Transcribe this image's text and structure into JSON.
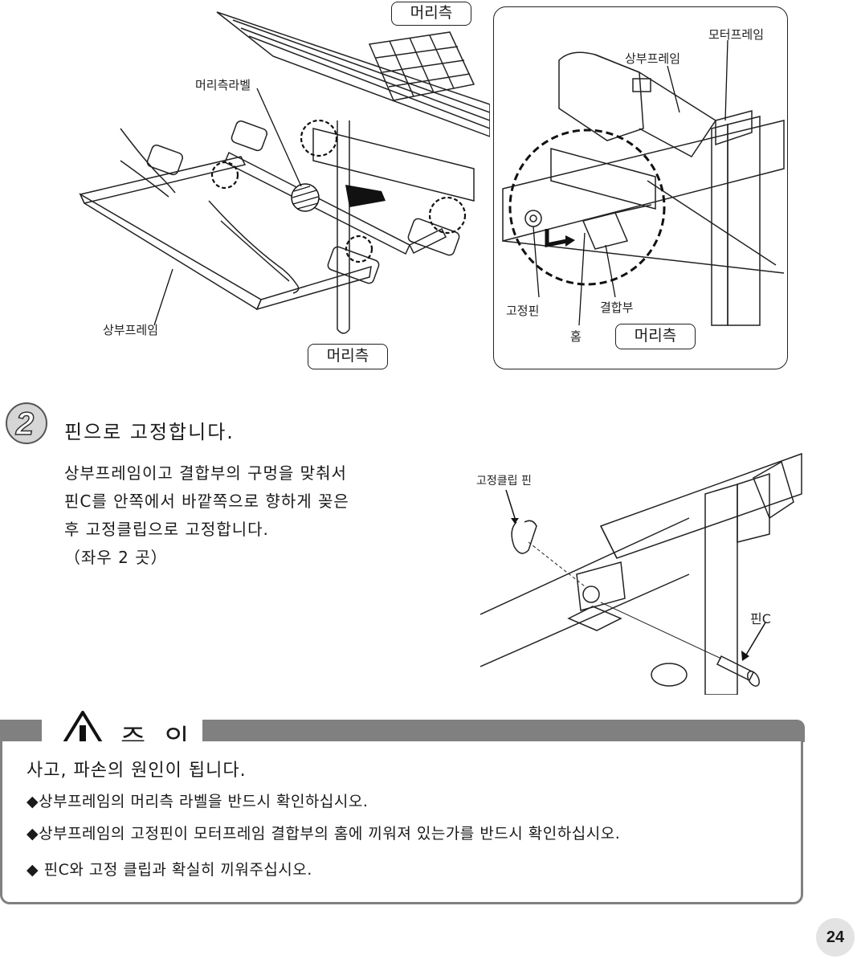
{
  "top_left": {
    "head_side_top": "머리측",
    "head_side_label": "머리측라벨",
    "upper_frame": "상부프레임",
    "head_side_bottom": "머리측"
  },
  "inset": {
    "motor_frame": "모터프레임",
    "upper_frame": "상부프레임",
    "fixing_pin": "고정핀",
    "groove": "홈",
    "joint": "결합부",
    "head_side": "머리측"
  },
  "step2": {
    "number": "2",
    "title": "핀으로 고정합니다.",
    "lines": [
      "상부프레임이고 결합부의 구멍을 맞춰서",
      "핀C를 안쪽에서 바깥쪽으로 향하게 꽂은",
      "후 고정클립으로 고정합니다.",
      "（좌우 2 곳）"
    ],
    "clip_pin_label": "고정클립 핀",
    "pin_c_label": "핀C"
  },
  "caution": {
    "title": "주 의",
    "heading": "사고, 파손의 원인이 됩니다.",
    "items": [
      "◆상부프레임의 머리측 라벨을 반드시 확인하십시오.",
      "◆상부프레임의 고정핀이 모터프레임 결합부의 홈에 끼워져 있는가를 반드시 확인하십시오.",
      "◆ 핀C와 고정 클립과 확실히 끼워주십시오."
    ]
  },
  "page_number": "24"
}
